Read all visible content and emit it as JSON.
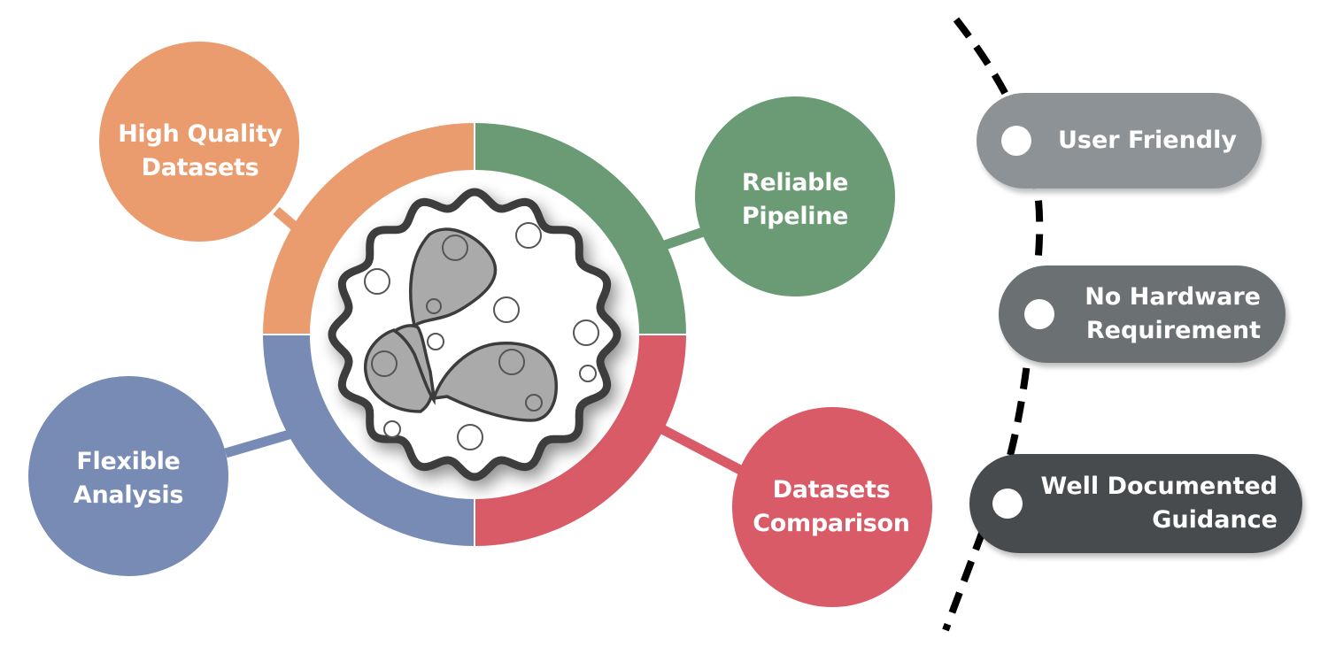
{
  "colors": {
    "orange": "#EA9C6E",
    "green": "#6A9B74",
    "blue": "#778BB4",
    "red": "#D95B67",
    "pill_light": "#8C9295",
    "pill_mid": "#6B7072",
    "pill_dark": "#474B4D",
    "cell_fill": "#AAAAAA",
    "cell_stroke": "#3C3C3C"
  },
  "center_icon": "cell-organelle-icon",
  "features": [
    {
      "id": "high-quality-datasets",
      "lines": [
        "High Quality",
        "Datasets"
      ],
      "color_key": "orange"
    },
    {
      "id": "reliable-pipeline",
      "lines": [
        "Reliable",
        "Pipeline"
      ],
      "color_key": "green"
    },
    {
      "id": "flexible-analysis",
      "lines": [
        "Flexible",
        "Analysis"
      ],
      "color_key": "blue"
    },
    {
      "id": "datasets-comparison",
      "lines": [
        "Datasets",
        "Comparison"
      ],
      "color_key": "red"
    }
  ],
  "pills": [
    {
      "id": "user-friendly",
      "lines": [
        "User Friendly"
      ],
      "color_key": "pill_light"
    },
    {
      "id": "no-hardware-requirement",
      "lines": [
        "No Hardware",
        "Requirement"
      ],
      "color_key": "pill_mid"
    },
    {
      "id": "well-documented-guidance",
      "lines": [
        "Well Documented",
        "Guidance"
      ],
      "color_key": "pill_dark"
    }
  ]
}
